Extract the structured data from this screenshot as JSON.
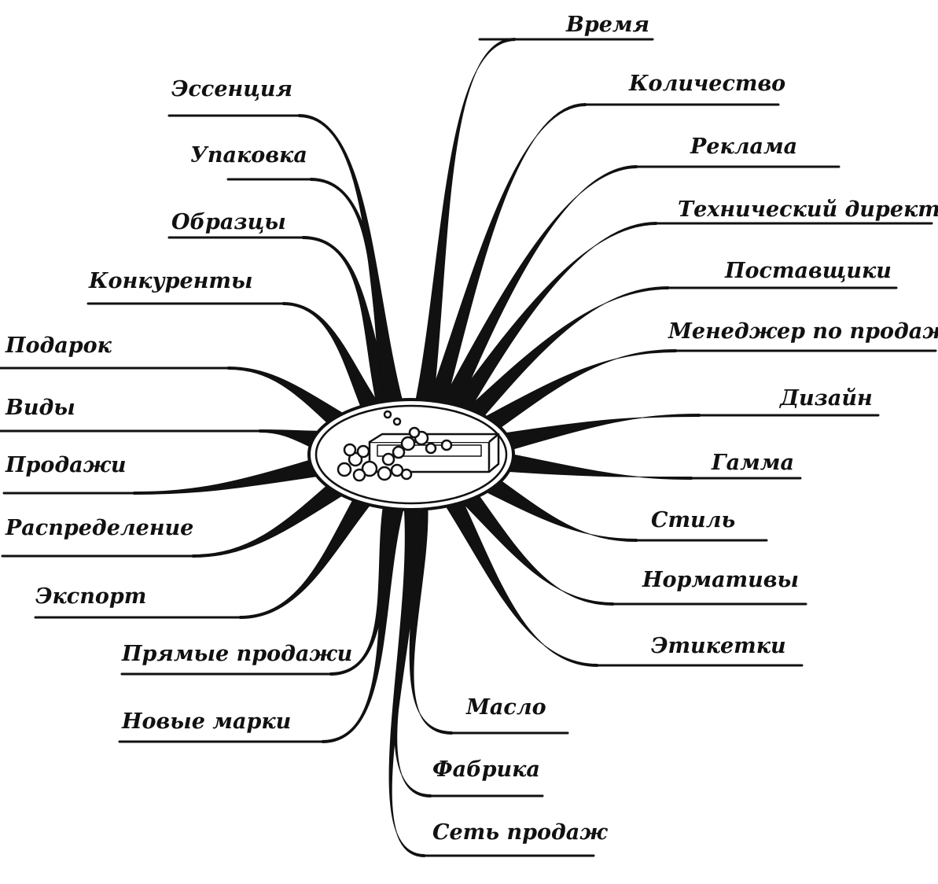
{
  "center": {
    "icon": "soap-bar-with-bubbles-icon"
  },
  "branches": [
    {
      "id": "vremya",
      "label": "Время"
    },
    {
      "id": "kolichestvo",
      "label": "Количество"
    },
    {
      "id": "reklama",
      "label": "Реклама"
    },
    {
      "id": "tekh-direktor",
      "label": "Технический директор"
    },
    {
      "id": "postavshchiki",
      "label": "Поставщики"
    },
    {
      "id": "menedzher",
      "label": "Менеджер по продажам"
    },
    {
      "id": "dizain",
      "label": "Дизайн"
    },
    {
      "id": "gamma",
      "label": "Гамма"
    },
    {
      "id": "stil",
      "label": "Стиль"
    },
    {
      "id": "normativy",
      "label": "Нормативы"
    },
    {
      "id": "etiketki",
      "label": "Этикетки"
    },
    {
      "id": "maslo",
      "label": "Масло"
    },
    {
      "id": "fabrika",
      "label": "Фабрика"
    },
    {
      "id": "set-prodazh",
      "label": "Сеть продаж"
    },
    {
      "id": "novye-marki",
      "label": "Новые марки"
    },
    {
      "id": "pryamye-prodazhi",
      "label": "Прямые продажи"
    },
    {
      "id": "eksport",
      "label": "Экспорт"
    },
    {
      "id": "raspredelenie",
      "label": "Распределение"
    },
    {
      "id": "prodazhi",
      "label": "Продажи"
    },
    {
      "id": "vidy",
      "label": "Виды"
    },
    {
      "id": "podarok",
      "label": "Подарок"
    },
    {
      "id": "konkurenty",
      "label": "Конкуренты"
    },
    {
      "id": "obraztsy",
      "label": "Образцы"
    },
    {
      "id": "upakovka",
      "label": "Упаковка"
    },
    {
      "id": "essentsiya",
      "label": "Эссенция"
    }
  ]
}
